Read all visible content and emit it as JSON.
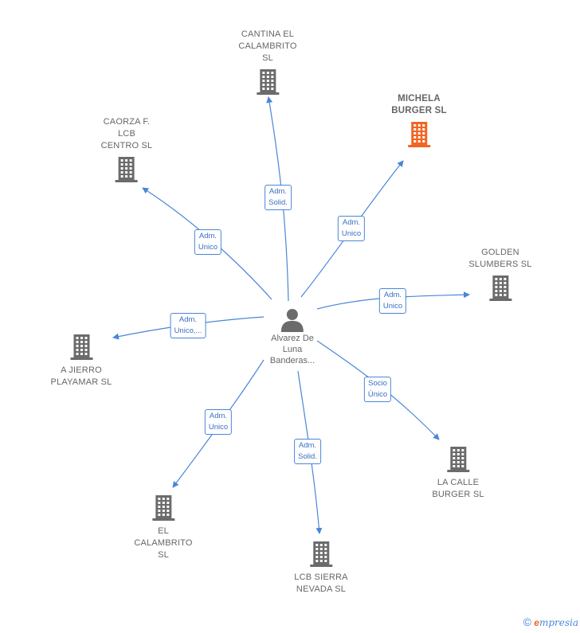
{
  "center": {
    "label": "Alvarez De\nLuna\nBanderas..."
  },
  "nodes": [
    {
      "id": "cantina",
      "label": "CANTINA EL\nCALAMBRITO\nSL",
      "highlight": false
    },
    {
      "id": "michela",
      "label": "MICHELA\nBURGER  SL",
      "highlight": true
    },
    {
      "id": "caorza",
      "label": "CAORZA F.\nLCB\nCENTRO  SL",
      "highlight": false
    },
    {
      "id": "golden",
      "label": "GOLDEN\nSLUMBERS SL",
      "highlight": false
    },
    {
      "id": "jierro",
      "label": "A JIERRO\nPLAYAMAR  SL",
      "highlight": false
    },
    {
      "id": "lacalle",
      "label": "LA CALLE\nBURGER  SL",
      "highlight": false
    },
    {
      "id": "elcalambrito",
      "label": "EL\nCALAMBRITO\nSL",
      "highlight": false
    },
    {
      "id": "sierra",
      "label": "LCB SIERRA\nNEVADA  SL",
      "highlight": false
    }
  ],
  "edges": [
    {
      "target": "cantina",
      "label": "Adm.\nSolid."
    },
    {
      "target": "michela",
      "label": "Adm.\nUnico"
    },
    {
      "target": "caorza",
      "label": "Adm.\nUnico"
    },
    {
      "target": "golden",
      "label": "Adm.\nUnico"
    },
    {
      "target": "jierro",
      "label": "Adm.\nUnico,..."
    },
    {
      "target": "lacalle",
      "label": "Socio\nÚnico"
    },
    {
      "target": "elcalambrito",
      "label": "Adm.\nUnico"
    },
    {
      "target": "sierra",
      "label": "Adm.\nSolid."
    }
  ],
  "colors": {
    "edge": "#4a86d8",
    "building": "#6b6b6b",
    "highlight": "#f26522",
    "person": "#6b6b6b"
  },
  "footer": {
    "copyright": "©",
    "brand_initial": "e",
    "brand_rest": "mpresia"
  }
}
